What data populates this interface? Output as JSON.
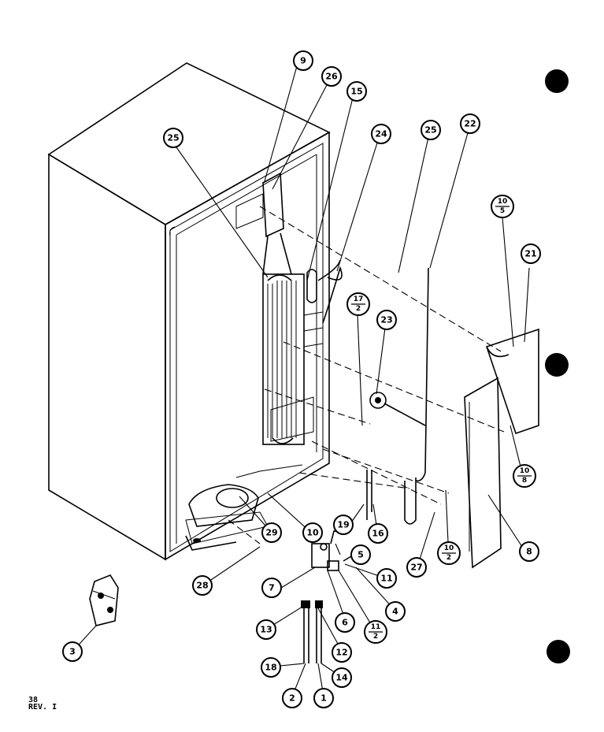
{
  "sheet": {
    "number": "38",
    "revision": "REV. I"
  },
  "callouts": [
    {
      "id": "c9",
      "label": "9"
    },
    {
      "id": "c26",
      "label": "26"
    },
    {
      "id": "c15",
      "label": "15"
    },
    {
      "id": "c25a",
      "label": "25"
    },
    {
      "id": "c24",
      "label": "24"
    },
    {
      "id": "c25b",
      "label": "25"
    },
    {
      "id": "c22",
      "label": "22"
    },
    {
      "id": "c21",
      "label": "21"
    },
    {
      "id": "c23",
      "label": "23"
    },
    {
      "id": "c8",
      "label": "8"
    },
    {
      "id": "c19",
      "label": "19"
    },
    {
      "id": "c16",
      "label": "16"
    },
    {
      "id": "c27",
      "label": "27"
    },
    {
      "id": "c10",
      "label": "10"
    },
    {
      "id": "c29",
      "label": "29"
    },
    {
      "id": "c5",
      "label": "5"
    },
    {
      "id": "c7",
      "label": "7"
    },
    {
      "id": "c11",
      "label": "11"
    },
    {
      "id": "c28",
      "label": "28"
    },
    {
      "id": "c4",
      "label": "4"
    },
    {
      "id": "c6",
      "label": "6"
    },
    {
      "id": "c13",
      "label": "13"
    },
    {
      "id": "c12",
      "label": "12"
    },
    {
      "id": "c3",
      "label": "3"
    },
    {
      "id": "c18",
      "label": "18"
    },
    {
      "id": "c14",
      "label": "14"
    },
    {
      "id": "c2",
      "label": "2"
    },
    {
      "id": "c1",
      "label": "1"
    }
  ],
  "fraction_callouts": [
    {
      "id": "f10_5",
      "num": "10",
      "den": "5"
    },
    {
      "id": "f17_2",
      "num": "17",
      "den": "2"
    },
    {
      "id": "f10_8",
      "num": "10",
      "den": "8"
    },
    {
      "id": "f10_2",
      "num": "10",
      "den": "2"
    },
    {
      "id": "f11_2",
      "num": "11",
      "den": "2"
    }
  ]
}
